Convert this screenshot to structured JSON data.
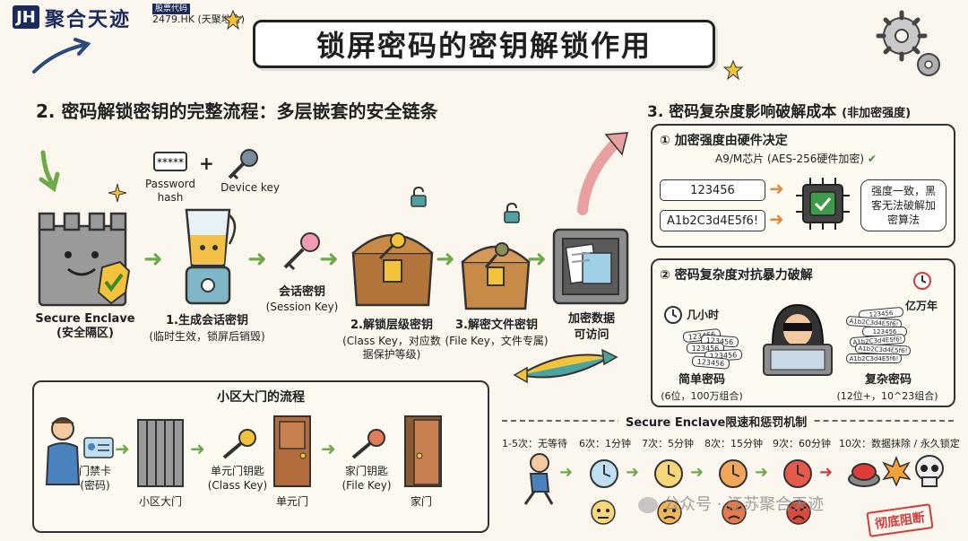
{
  "header": {
    "logo_mark": "JH",
    "logo_name": "聚合天迹",
    "stock_label": "股票代码",
    "stock_code": "2479.HK (天聚地合)",
    "title": "锁屏密码的密钥解锁作用"
  },
  "section2": {
    "title": "2. 密码解锁密钥的完整流程：多层嵌套的安全链条",
    "password_hash": "Password hash",
    "device_key": "Device key",
    "steps": [
      {
        "title": "Secure Enclave",
        "sub": "(安全隔区)"
      },
      {
        "title": "1.生成会话密钥",
        "sub": "(临时生效，锁屏后销毁)"
      },
      {
        "title": "会话密钥",
        "sub": "(Session Key)"
      },
      {
        "title": "2.解锁层级密钥",
        "sub": "(Class Key，对应数据保护等级)"
      },
      {
        "title": "3.解密文件密钥",
        "sub": "(File Key，文件专属)"
      },
      {
        "title": "加密数据",
        "sub": "可访问"
      }
    ]
  },
  "analogy": {
    "title": "小区大门的流程",
    "items": [
      {
        "label": "门禁卡",
        "sub": "(密码)"
      },
      {
        "label": "小区大门",
        "sub": ""
      },
      {
        "label": "单元门钥匙",
        "sub": "(Class Key)"
      },
      {
        "label": "单元门",
        "sub": ""
      },
      {
        "label": "家门钥匙",
        "sub": "(File Key)"
      },
      {
        "label": "家门",
        "sub": ""
      }
    ]
  },
  "section3": {
    "title": "3. 密码复杂度影响破解成本",
    "title_note": "(非加密强度)",
    "panel1": {
      "title": "① 加密强度由硬件决定",
      "chip": "A9/M芯片 (AES-256硬件加密)",
      "pw_simple": "123456",
      "pw_complex": "A1b2C3d4E5f6!",
      "bubble": "强度一致，黑客无法破解加密算法"
    },
    "panel2": {
      "title": "② 密码复杂度对抗暴力破解",
      "time_simple": "几小时",
      "time_complex": "亿万年",
      "simple_label": "简单密码",
      "simple_sub": "(6位，100万组合)",
      "complex_label": "复杂密码",
      "complex_sub": "(12位+，10^23组合)",
      "pile_simple": [
        "123456",
        "123456",
        "123456",
        "123456",
        "123456"
      ],
      "pile_complex": [
        "123456",
        "A1b2C3d4E5f6!",
        "123456",
        "A1b2C3d4E5f6!",
        "A1b2C3d4E5f6!",
        "A1b2C3d4E5f6!"
      ]
    }
  },
  "penalty": {
    "title": "Secure Enclave限速和惩罚机制",
    "steps": [
      "1-5次：无等待",
      "6次：1分钟",
      "7次：5分钟",
      "8次：15分钟",
      "9次：60分钟",
      "10次：数据抹除 / 永久锁定"
    ],
    "stamp": "彻底阻断"
  },
  "watermark": "公众号 · 江苏聚合天迹",
  "colors": {
    "accent_navy": "#1b2a5c",
    "arrow_green": "#6fa84a",
    "arrow_orange": "#e08a3a",
    "stamp_red": "#d23c3c"
  }
}
